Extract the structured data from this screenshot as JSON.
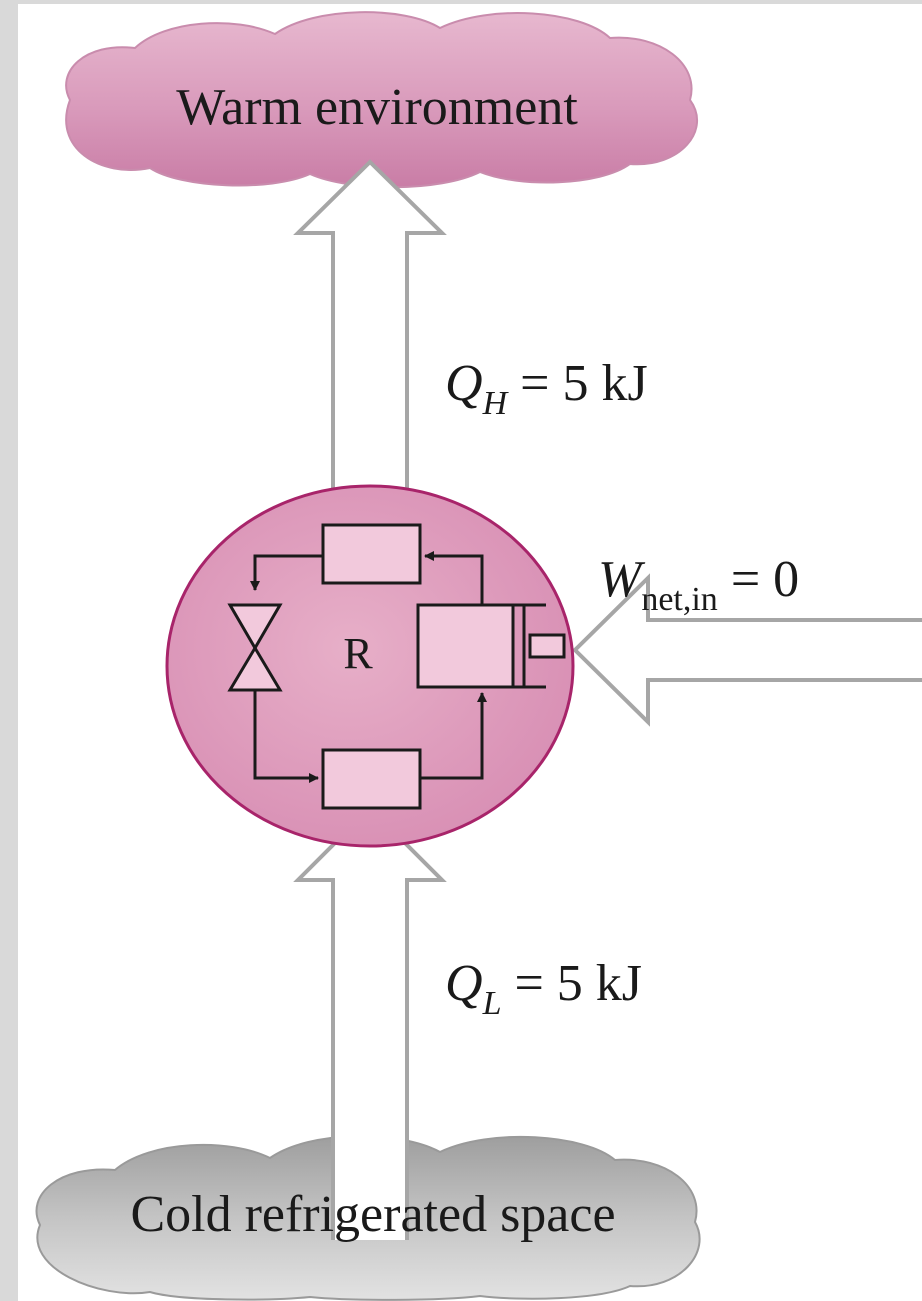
{
  "warm_environment": {
    "label": "Warm environment"
  },
  "cold_space": {
    "label": "Cold refrigerated space"
  },
  "device": {
    "label": "R"
  },
  "heat_rejected": {
    "symbol": "Q",
    "subscript": "H",
    "equals": " = 5 kJ"
  },
  "heat_absorbed": {
    "symbol": "Q",
    "subscript": "L",
    "equals": " = 5 kJ"
  },
  "work_input": {
    "symbol": "W",
    "subscript": "net,in",
    "equals": " = 0"
  },
  "colors": {
    "warm_cloud": "#d48ab0",
    "cold_cloud": "#b8b8b8",
    "device_fill": "#dd99bb",
    "device_stroke": "#a8246a",
    "component_fill": "#f2c9dc",
    "arrow_fill": "#ffffff",
    "arrow_stroke": "#a6a6a6"
  }
}
